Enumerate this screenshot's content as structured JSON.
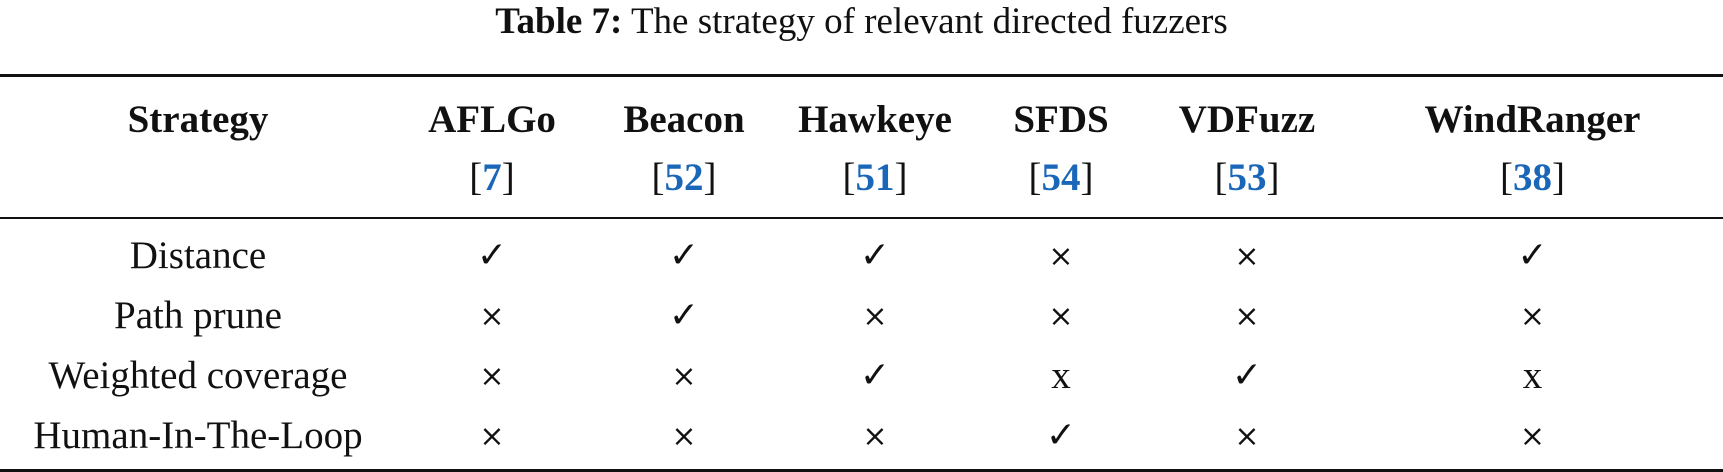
{
  "caption": {
    "label": "Table 7:",
    "text": "The strategy of relevant directed fuzzers"
  },
  "table": {
    "columns": [
      {
        "header": "Strategy",
        "ref": ""
      },
      {
        "header": "AFLGo",
        "ref": "7"
      },
      {
        "header": "Beacon",
        "ref": "52"
      },
      {
        "header": "Hawkeye",
        "ref": "51"
      },
      {
        "header": "SFDS",
        "ref": "54"
      },
      {
        "header": "VDFuzz",
        "ref": "53"
      },
      {
        "header": "WindRanger",
        "ref": "38"
      }
    ],
    "rows": [
      {
        "strategy": "Distance",
        "cells": [
          "✓",
          "✓",
          "✓",
          "×",
          "×",
          "✓"
        ]
      },
      {
        "strategy": "Path prune",
        "cells": [
          "×",
          "✓",
          "×",
          "×",
          "×",
          "×"
        ]
      },
      {
        "strategy": "Weighted coverage",
        "cells": [
          "×",
          "×",
          "✓",
          "x",
          "✓",
          "x"
        ]
      },
      {
        "strategy": "Human-In-The-Loop",
        "cells": [
          "×",
          "×",
          "×",
          "✓",
          "×",
          "×"
        ]
      }
    ]
  }
}
